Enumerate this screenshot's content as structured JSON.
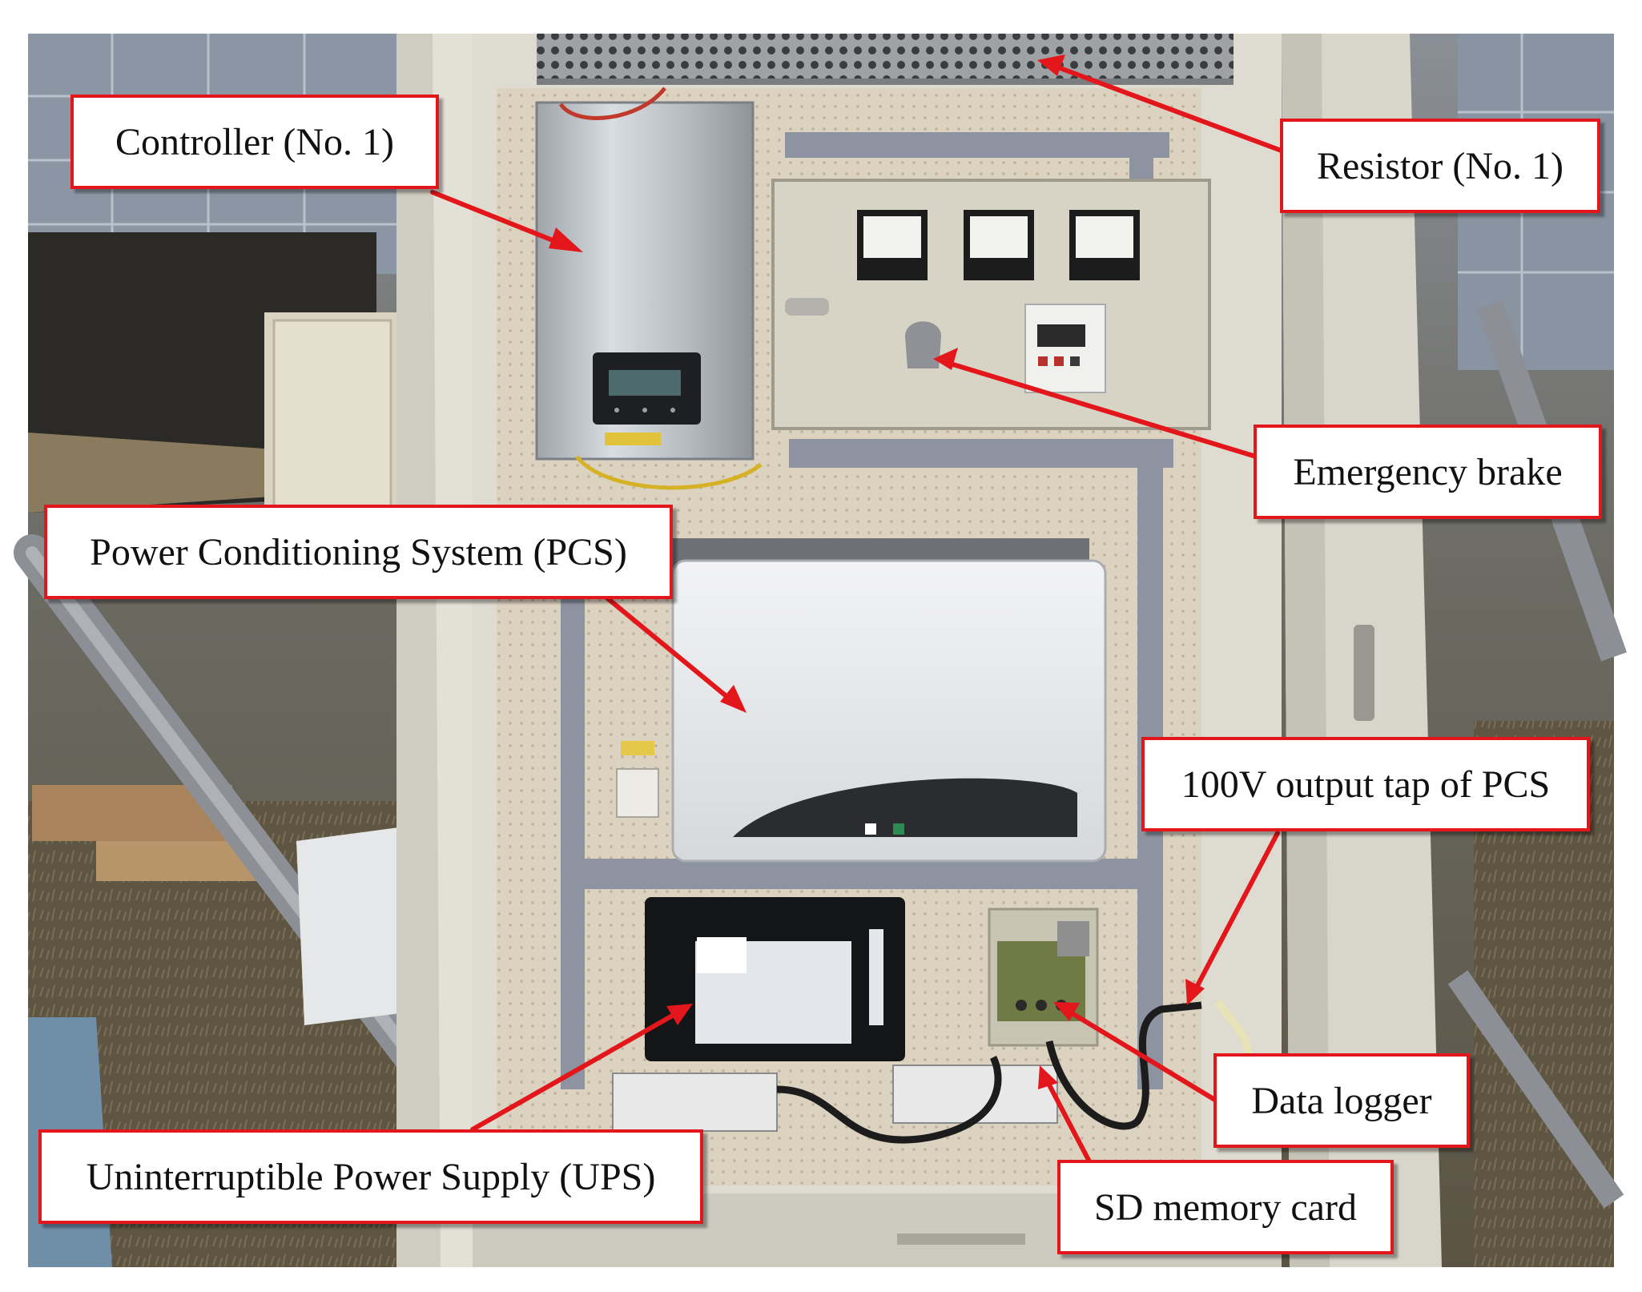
{
  "figure": {
    "labels": {
      "controller": "Controller (No. 1)",
      "resistor": "Resistor (No. 1)",
      "emergency_brake": "Emergency brake",
      "pcs": "Power Conditioning System (PCS)",
      "output_tap": "100V output tap of PCS",
      "data_logger": "Data logger",
      "ups": "Uninterruptible Power Supply (UPS)",
      "sd_card": "SD memory card"
    },
    "colors": {
      "label_border": "#e3161b",
      "arrow": "#e3161b",
      "cabinet": "#dedbd0",
      "panel_back": "#d9cfbd"
    }
  }
}
